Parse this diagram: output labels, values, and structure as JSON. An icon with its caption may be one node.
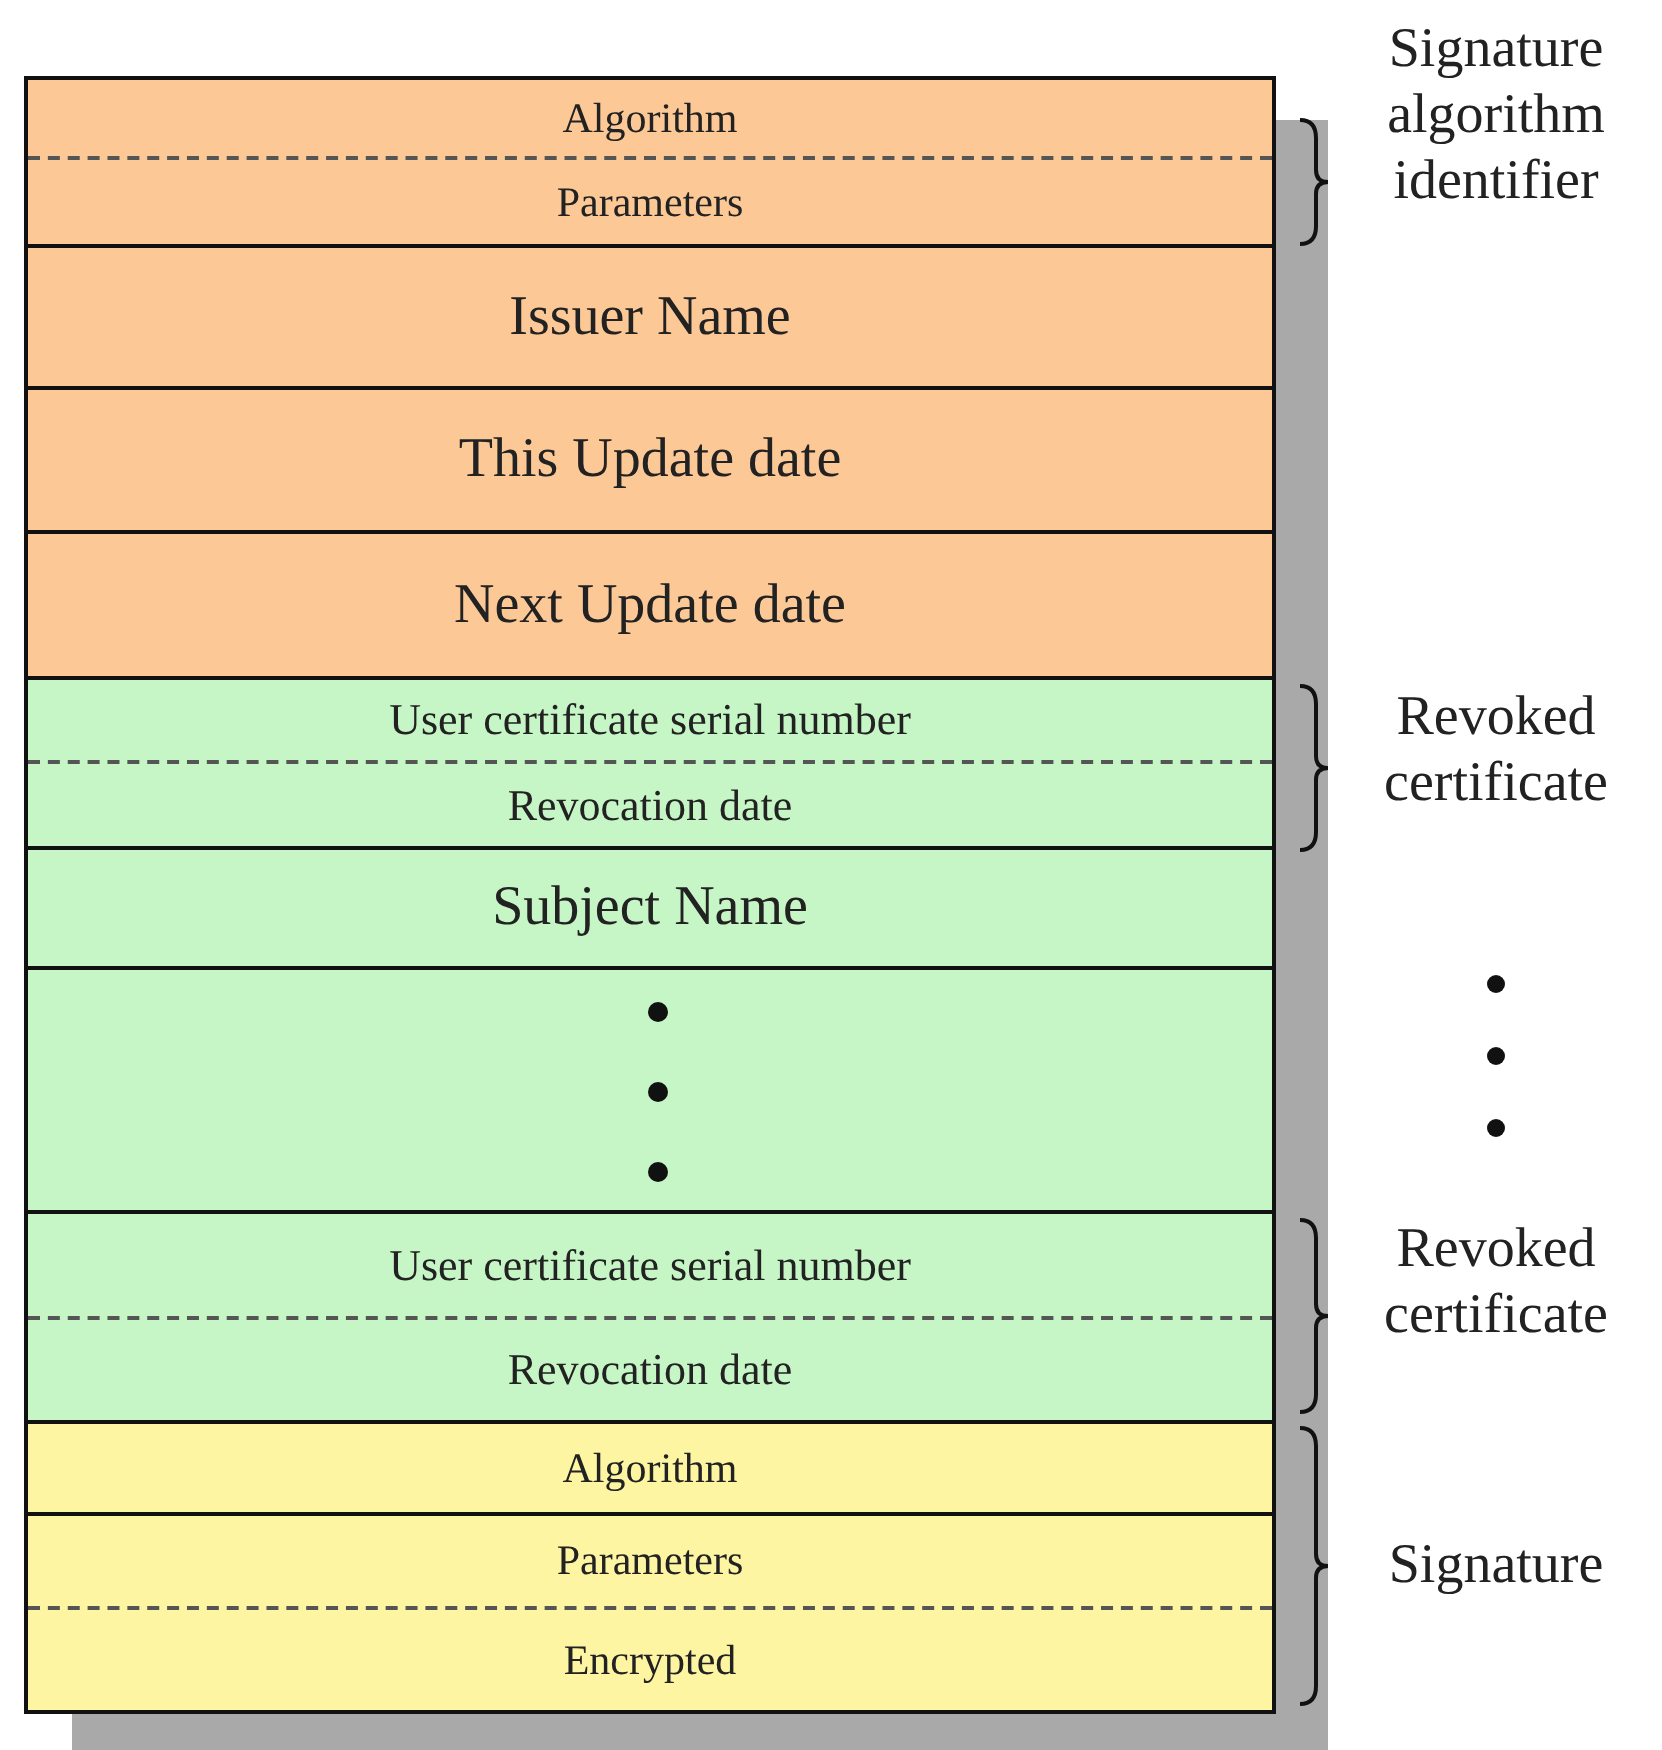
{
  "diagram": {
    "nodes": [
      {
        "text": [
          "Algorithm",
          "Parameters"
        ]
      },
      {
        "text": [
          "Issuer Name"
        ]
      },
      {
        "text": [
          "This Update date"
        ]
      },
      {
        "text": [
          "Next Update date"
        ]
      },
      {
        "text": [
          "User certificate serial number",
          "Revocation date"
        ]
      },
      {
        "text": [
          "Subject Name"
        ]
      },
      {
        "text": [],
        "shape": "box"
      },
      {
        "text": [
          "User certificate serial number",
          "Revocation date"
        ]
      },
      {
        "text": [
          "Algorithm"
        ]
      },
      {
        "text": [
          "Parameters",
          "Encrypted"
        ]
      }
    ],
    "labels": [
      "Signature algorithm identifier",
      "Revoked certificate",
      "Revoked certificate",
      "Signature"
    ]
  }
}
